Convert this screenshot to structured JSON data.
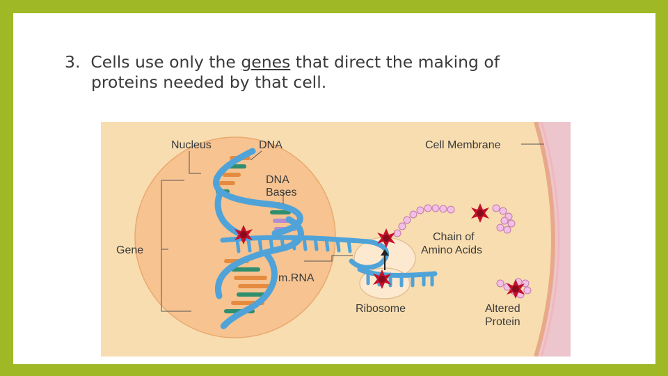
{
  "slide": {
    "bullet_number": "3.",
    "text_before": "Cells use only the",
    "text_underlined": "genes",
    "text_after": "that direct the making of",
    "text_line2": "proteins needed by that cell."
  },
  "diagram": {
    "labels": {
      "nucleus": "Nucleus",
      "dna": "DNA",
      "dna_bases_line1": "DNA",
      "dna_bases_line2": "Bases",
      "cell_membrane": "Cell Membrane",
      "chain_line1": "Chain of",
      "chain_line2": "Amino Acids",
      "gene": "Gene",
      "mrna": "m.RNA",
      "ribosome": "Ribosome",
      "altered_line1": "Altered",
      "altered_line2": "Protein"
    },
    "colors": {
      "slide_border": "#9fb826",
      "cytoplasm": "#f8ddb0",
      "nucleus": "#f6c391",
      "membrane": "#ecc6cc",
      "dna_strand": "#4fa3d8",
      "mutation": "#c4102a"
    }
  }
}
